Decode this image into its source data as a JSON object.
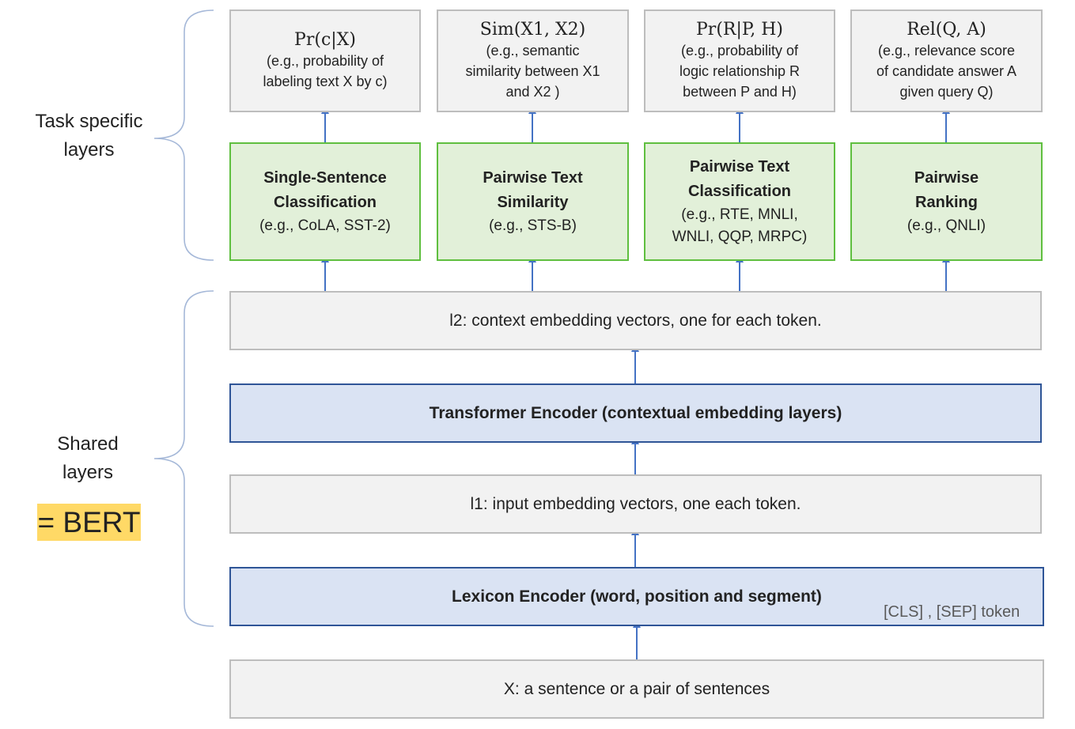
{
  "side_labels": {
    "task_specific": [
      "Task specific",
      "layers"
    ],
    "shared": [
      "Shared",
      "layers"
    ],
    "bert": "= BERT"
  },
  "outputs": [
    {
      "formula": "Pr(c|X)",
      "desc": [
        "(e.g., probability of",
        "labeling text X by c)"
      ]
    },
    {
      "formula": "Sim(X1, X2)",
      "desc": [
        "(e.g., semantic",
        "similarity between X1",
        "and X2 )"
      ]
    },
    {
      "formula": "Pr(R|P, H)",
      "desc": [
        "(e.g., probability of",
        "logic relationship R",
        "between P and H)"
      ]
    },
    {
      "formula": "Rel(Q, A)",
      "desc": [
        "(e.g., relevance score",
        "of candidate answer A",
        "given query Q)"
      ]
    }
  ],
  "tasks": [
    {
      "title": [
        "Single-Sentence",
        "Classification"
      ],
      "examples": [
        "(e.g., CoLA, SST-2)"
      ]
    },
    {
      "title": [
        "Pairwise Text",
        "Similarity"
      ],
      "examples": [
        "(e.g., STS-B)"
      ]
    },
    {
      "title": [
        "Pairwise Text",
        "Classification"
      ],
      "examples": [
        "(e.g., RTE, MNLI,",
        "WNLI, QQP, MRPC)"
      ]
    },
    {
      "title": [
        "Pairwise",
        "Ranking"
      ],
      "examples": [
        "(e.g., QNLI)"
      ]
    }
  ],
  "layers": {
    "l2": "l2: context embedding vectors, one for each token.",
    "transformer": "Transformer Encoder (contextual embedding layers)",
    "l1": "l1: input embedding vectors, one each token.",
    "lexicon": "Lexicon Encoder (word, position and segment)",
    "lexicon_note": "[CLS] , [SEP] token",
    "input": "X: a sentence or a pair of sentences"
  },
  "colors": {
    "task_fill": "#e2f0d9",
    "task_border": "#5fbf3f",
    "encoder_fill": "#dae3f3",
    "encoder_border": "#2f5597",
    "grey_fill": "#f2f2f2",
    "grey_border": "#bdbdbd",
    "arrow": "#4472c4",
    "bert_highlight": "#ffd966"
  }
}
